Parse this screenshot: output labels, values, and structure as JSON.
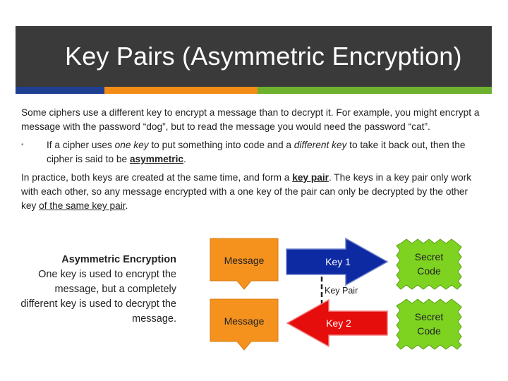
{
  "slide": {
    "title": "Key Pairs (Asymmetric Encryption)",
    "colors": {
      "title_bar": "#3a3a3a",
      "stripe_blue": "#1f3f93",
      "stripe_orange": "#f28c17",
      "stripe_green": "#6db12e",
      "message_box": "#f5921e",
      "key1_arrow": "#0d2aa3",
      "key2_arrow": "#e60d0d",
      "secret_code": "#7ed321"
    }
  },
  "body": {
    "para1": "Some ciphers use a different key to encrypt a message than to decrypt it. For example, you might encrypt a message with the password “dog”, but to read the message you would need the password “cat”.",
    "bullet_marker": "•",
    "bullet_part1": "If a cipher uses ",
    "bullet_em1": "one key",
    "bullet_part2": " to put something into code and a ",
    "bullet_em2": "different key",
    "bullet_part3": " to take it back out, then the cipher is said to be ",
    "bullet_strong": "asymmetric",
    "bullet_end": ".",
    "para3_part1": "In practice, both keys are created at the same time, and form a ",
    "para3_strong": "key pair",
    "para3_part2": ". The keys in a key pair only work with each other, so any message encrypted with a one key of the pair can only be decrypted by the other key ",
    "para3_underline": "of the same key pair",
    "para3_end": "."
  },
  "side_note": {
    "heading": "Asymmetric Encryption",
    "text": "One key is used to encrypt the message, but a completely different key is used to decrypt the message."
  },
  "diagram": {
    "message_top": "Message",
    "message_bottom": "Message",
    "key1": "Key 1",
    "key2": "Key 2",
    "key_pair": "Key Pair",
    "secret_top_line1": "Secret",
    "secret_top_line2": "Code",
    "secret_bottom_line1": "Secret",
    "secret_bottom_line2": "Code"
  }
}
